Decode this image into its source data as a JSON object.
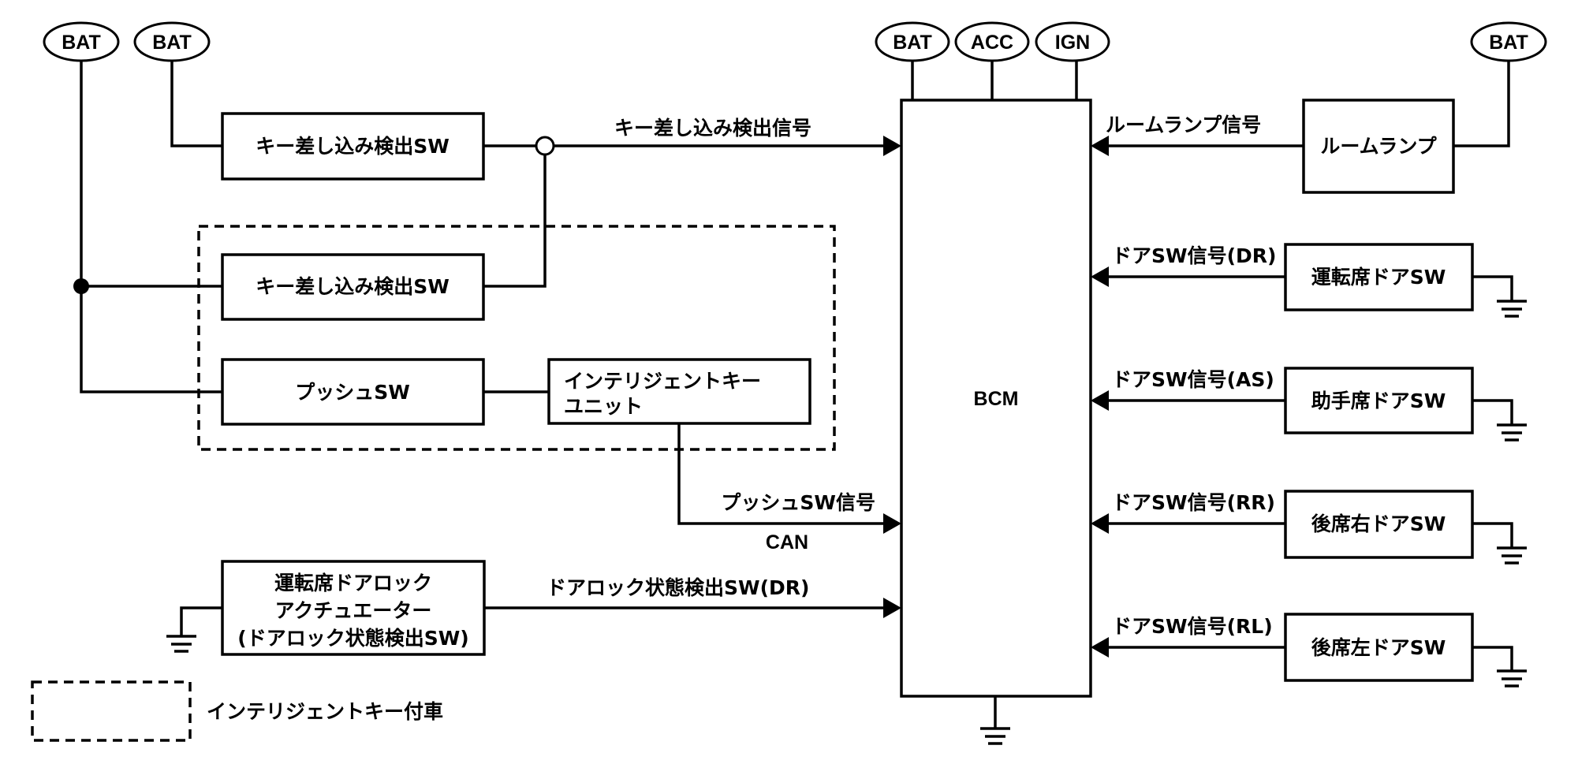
{
  "power_sources": {
    "bat_left_1": "BAT",
    "bat_left_2": "BAT",
    "bcm_bat": "BAT",
    "bcm_acc": "ACC",
    "bcm_ign": "IGN",
    "bat_right": "BAT"
  },
  "components": {
    "key_insert_sw_1": "キー差し込み検出SW",
    "key_insert_sw_2": "キー差し込み検出SW",
    "push_sw": "プッシュSW",
    "intelligent_key_unit": [
      "インテリジェントキー",
      "ユニット"
    ],
    "door_lock_actuator": [
      "運転席ドアロック",
      "アクチュエーター",
      "(ドアロック状態検出SW)"
    ],
    "bcm": "BCM",
    "room_lamp": "ルームランプ",
    "door_sw_dr": "運転席ドアSW",
    "door_sw_as": "助手席ドアSW",
    "door_sw_rr": "後席右ドアSW",
    "door_sw_rl": "後席左ドアSW"
  },
  "signals": {
    "key_insert_signal": "キー差し込み検出信号",
    "push_sw_signal": "プッシュSW信号",
    "can": "CAN",
    "door_lock_state": "ドアロック状態検出SW(DR)",
    "room_lamp_signal": "ルームランプ信号",
    "door_sw_dr": "ドアSW信号(DR)",
    "door_sw_as": "ドアSW信号(AS)",
    "door_sw_rr": "ドアSW信号(RR)",
    "door_sw_rl": "ドアSW信号(RL)"
  },
  "legend": {
    "intelligent_key_equipped": "インテリジェントキー付車"
  }
}
